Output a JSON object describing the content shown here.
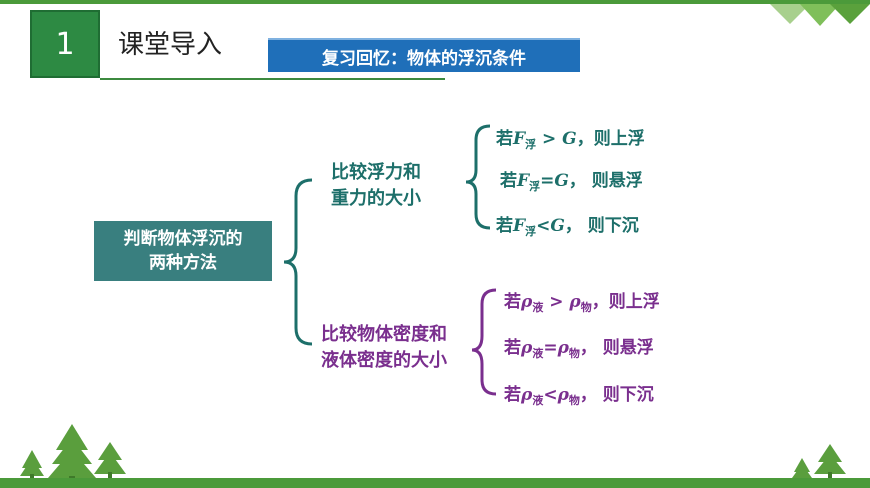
{
  "header": {
    "section_number": "1",
    "lesson_title": "课堂导入",
    "subtitle": "复习回忆：物体的浮沉条件"
  },
  "main_topic": {
    "line1": "判断物体浮沉的",
    "line2": "两种方法"
  },
  "branch_force": {
    "line1": "比较浮力和",
    "line2": "重力的大小",
    "color": "#1d6f6a",
    "conditions": [
      {
        "prefix": "若",
        "sym1": "F",
        "sub1": "浮",
        "op": " > ",
        "sym2": "G",
        "suffix": "，则上浮"
      },
      {
        "prefix": "若",
        "sym1": "F",
        "sub1": "浮",
        "op": "=",
        "sym2": "G",
        "suffix": "， 则悬浮"
      },
      {
        "prefix": "若",
        "sym1": "F",
        "sub1": "浮",
        "op": "<",
        "sym2": "G",
        "suffix": "， 则下沉"
      }
    ]
  },
  "branch_density": {
    "line1": "比较物体密度和",
    "line2": "液体密度的大小",
    "color": "#7a2f8e",
    "conditions": [
      {
        "prefix": "若",
        "sym1": "ρ",
        "sub1": "液",
        "op": " > ",
        "sym2": "ρ",
        "sub2": "物",
        "suffix": "，则上浮"
      },
      {
        "prefix": "若",
        "sym1": "ρ",
        "sub1": "液",
        "op": "=",
        "sym2": "ρ",
        "sub2": "物",
        "suffix": "， 则悬浮"
      },
      {
        "prefix": "若",
        "sym1": "ρ",
        "sub1": "液",
        "op": "<",
        "sym2": "ρ",
        "sub2": "物",
        "suffix": "， 则下沉"
      }
    ]
  },
  "colors": {
    "header_green": "#2d8a43",
    "subtitle_blue": "#1f6fb9",
    "main_box": "#397f7f",
    "tree_green": "#5a9e3d"
  }
}
